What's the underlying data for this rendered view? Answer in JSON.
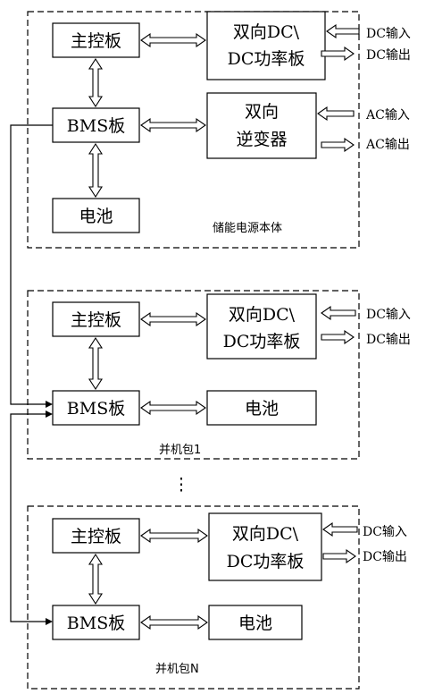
{
  "main_unit": {
    "caption": "储能电源本体",
    "main_board": "主控板",
    "dcdc_line1": "双向DC\\",
    "dcdc_line2": "DC功率板",
    "bms": "BMS板",
    "inverter_line1": "双向",
    "inverter_line2": "逆变器",
    "battery": "电池",
    "dc_in": "DC输入",
    "dc_out": "DC输出",
    "ac_in": "AC输入",
    "ac_out": "AC输出"
  },
  "pack_1": {
    "caption": "并机包1",
    "main_board": "主控板",
    "dcdc_line1": "双向DC\\",
    "dcdc_line2": "DC功率板",
    "bms": "BMS板",
    "battery": "电池",
    "dc_in": "DC输入",
    "dc_out": "DC输出"
  },
  "ellipsis": "⋮",
  "pack_n": {
    "caption": "并机包N",
    "main_board": "主控板",
    "dcdc_line1": "双向DC\\",
    "dcdc_line2": "DC功率板",
    "bms": "BMS板",
    "battery": "电池",
    "dc_in": "DC输入",
    "dc_out": "DC输出"
  }
}
